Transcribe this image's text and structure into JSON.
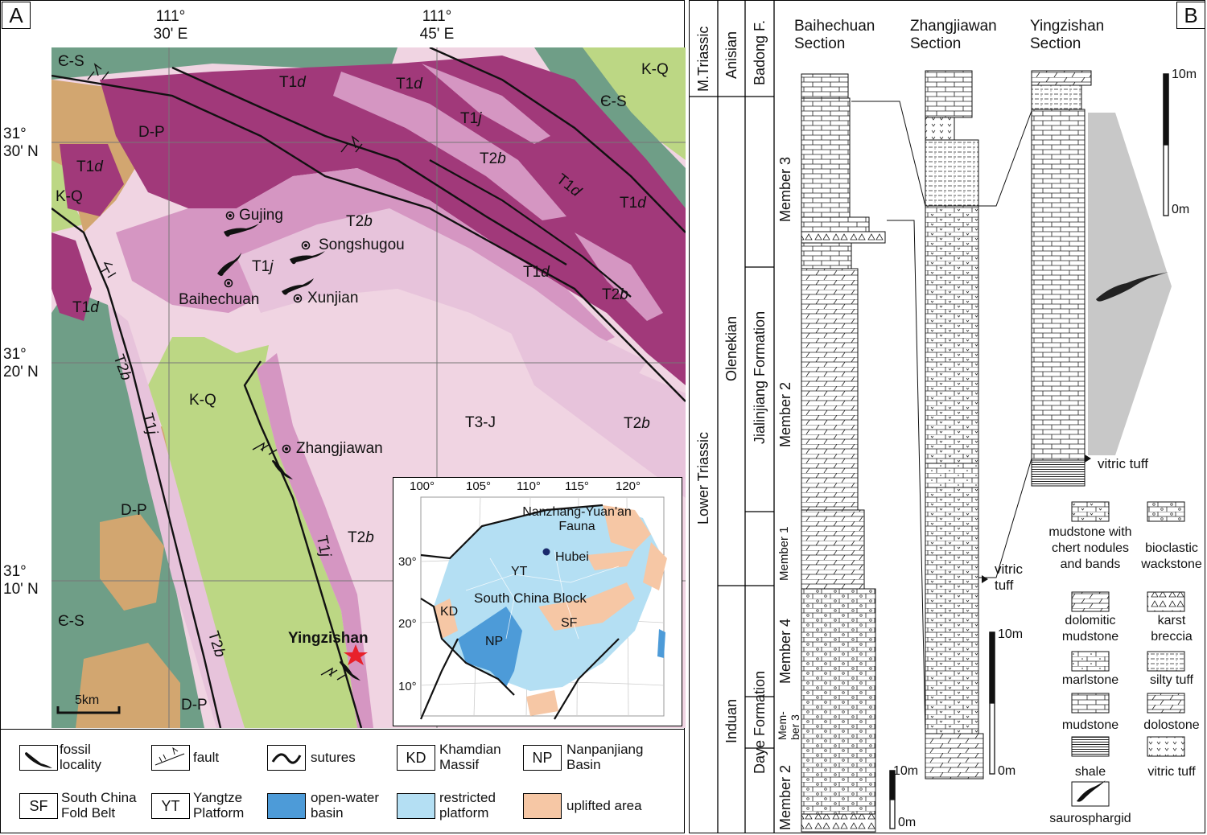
{
  "panel_a": {
    "letter": "A",
    "top_ticks": [
      {
        "deg": "111°",
        "min": "30' E"
      },
      {
        "deg": "111°",
        "min": "45' E"
      }
    ],
    "left_ticks": [
      {
        "deg": "31°",
        "min": "30' N"
      },
      {
        "deg": "31°",
        "min": "20' N"
      },
      {
        "deg": "31°",
        "min": "10' N"
      }
    ],
    "units": {
      "es": "Є-S",
      "kq": "K-Q",
      "dp": "D-P",
      "t1d": "T1d",
      "t1j": "T1j",
      "t2b": "T2b",
      "t3j": "T3-J"
    },
    "localities": {
      "gujing": "Gujing",
      "songshugou": "Songshugou",
      "baihechuan": "Baihechuan",
      "xunjian": "Xunjian",
      "zhangjiawan": "Zhangjiawan",
      "yingzishan": "Yingzishan"
    },
    "scale": "5km",
    "inset": {
      "lon_ticks": [
        "100°",
        "105°",
        "110°",
        "115°",
        "120°"
      ],
      "lat_ticks": [
        "30°",
        "20°",
        "10°"
      ],
      "fauna": "Nanzhang-Yuan'an Fauna",
      "hubei": "Hubei",
      "yt": "YT",
      "block": "South China Block",
      "kd": "KD",
      "sf": "SF",
      "np": "NP"
    },
    "legend": {
      "fossil": "fossil locality",
      "fault": "fault",
      "sutures": "sutures",
      "kd_abbr": "KD",
      "kd_name": "Khamdian Massif",
      "np_abbr": "NP",
      "np_name": "Nanpanjiang Basin",
      "sf_abbr": "SF",
      "sf_name": "South China Fold Belt",
      "yt_abbr": "YT",
      "yt_name": "Yangtze Platform",
      "open": "open-water basin",
      "restricted": "restricted platform",
      "uplift": "uplifted area"
    }
  },
  "panel_b": {
    "letter": "B",
    "strat": {
      "m_triassic": "M.Triassic",
      "lower_triassic": "Lower Triassic",
      "anisian": "Anisian",
      "olenekian": "Olenekian",
      "induan": "Induan",
      "badong": "Badong F.",
      "jialinjiang": "Jialinjiang Formation",
      "daye": "Daye Formation",
      "member3": "Member 3",
      "member2": "Member 2",
      "member1": "Member 1",
      "member4": "Member 4",
      "mem_a": "Mem-",
      "mem_b": "ber 3",
      "member2b": "Member 2"
    },
    "sections": {
      "baihechuan": "Baihechuan Section",
      "zhangjiawan": "Zhangjiawan Section",
      "yingzishan": "Yingzishan Section"
    },
    "scales": {
      "ten": "10m",
      "zero": "0m"
    },
    "vitric_tuff_a": "vitric",
    "vitric_tuff_b": "tuff",
    "vitric_tuff_label": "vitric tuff",
    "legend": {
      "mudstone_chert": "mudstone with chert nodules and bands",
      "bioclastic": "bioclastic wackstone",
      "dolomitic": "dolomitic mudstone",
      "karst": "karst breccia",
      "marlstone": "marlstone",
      "silty": "silty tuff",
      "mudstone": "mudstone",
      "dolostone": "dolostone",
      "shale": "shale",
      "vitric": "vitric tuff",
      "saurosphargid": "saurosphargid"
    }
  },
  "colors": {
    "t1d": "#a1397a",
    "t1j": "#d596c2",
    "t2b": "#e7c3db",
    "t3j": "#f0d4e2",
    "kq": "#bcd784",
    "es": "#6f9e87",
    "dp": "#d2a670",
    "open_water": "#4d9bd8",
    "restricted": "#b4dff3",
    "uplift": "#f6c7a5"
  }
}
